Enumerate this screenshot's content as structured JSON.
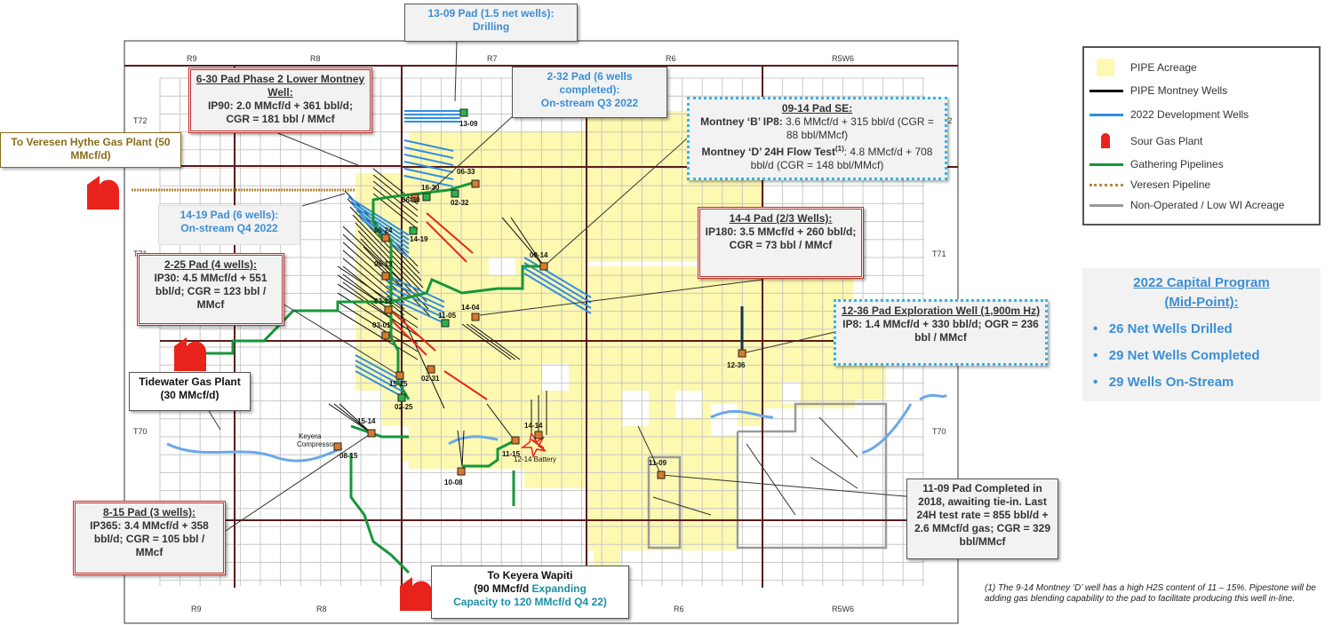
{
  "range_labels_top": [
    "R9",
    "R8",
    "R7",
    "R6",
    "R5W6"
  ],
  "range_labels_bottom": [
    "R9",
    "R8",
    "R6",
    "R5W6"
  ],
  "township_labels": [
    "T72",
    "T71",
    "T70"
  ],
  "pads": {
    "p13_09": "13-09",
    "p16_30": "16-30",
    "p06_33": "06-33",
    "p06_30": "06-30",
    "p02_32": "02-32",
    "p06_24": "06-24",
    "p14_19": "14-19",
    "p09_14": "09-14",
    "p06_13": "06-13",
    "p14_04": "14-04",
    "p03_12": "03-12",
    "p11_05": "11-05",
    "p03_01": "03-01",
    "p12_36": "12-36",
    "p02_31": "02-31",
    "p15_25": "15-25",
    "p02_25": "02-25",
    "p15_14": "15-14",
    "p14_14": "14-14",
    "p08_15": "08-15",
    "p11_15": "11-15",
    "p10_08": "10-08",
    "p11_09": "11-09"
  },
  "map_labels": {
    "keyera_comp": "Keyera Compressor",
    "battery": "12-14 Battery"
  },
  "callouts": {
    "c13_09": {
      "title": "13-09 Pad (1.5 net wells):",
      "body": "Drilling"
    },
    "c6_30": {
      "title": "6-30 Pad Phase 2 Lower Montney Well:",
      "body": "IP90: 2.0 MMcf/d + 361 bbl/d; CGR = 181 bbl / MMcf"
    },
    "c2_32": {
      "title": "2-32 Pad (6 wells completed):",
      "body": "On-stream Q3 2022"
    },
    "c09_14": {
      "title": "09-14 Pad SE:",
      "l1a": "Montney ‘B’ IP8:",
      "l1b": " 3.6 MMcf/d + 315 bbl/d (CGR = 88 bbl/MMcf)",
      "l2a": "Montney ‘D’ 24H Flow Test",
      "l2sup": "(1)",
      "l2b": ": 4.8 MMcf/d + 708 bbl/d (CGR = 148 bbl/MMcf)"
    },
    "c14_19": {
      "title": "14-19 Pad (6 wells):",
      "body": "On-stream Q4 2022"
    },
    "c14_4": {
      "title": "14-4 Pad (2/3 Wells):",
      "body": "IP180: 3.5 MMcf/d + 260 bbl/d; CGR = 73 bbl / MMcf"
    },
    "c2_25": {
      "title": "2-25 Pad (4 wells):",
      "body": "IP30: 4.5 MMcf/d + 551 bbl/d; CGR = 123 bbl / MMcf"
    },
    "c12_36": {
      "title": "12-36 Pad Exploration Well (1,900m Hz)",
      "body": "IP8: 1.4 MMcf/d + 330 bbl/d; OGR = 236 bbl / MMcf"
    },
    "c8_15": {
      "title": "8-15 Pad (3 wells):",
      "body": "IP365: 3.4 MMcf/d + 358 bbl/d; CGR = 105 bbl / MMcf"
    },
    "c11_09": {
      "body": "11-09 Pad Completed in 2018, awaiting tie-in. Last 24H test rate = 855 bbl/d + 2.6 MMcf/d gas; CGR = 329 bbl/MMcf"
    },
    "veresen": {
      "body": "To Veresen Hythe Gas Plant (50 MMcf/d)"
    },
    "tidewater": {
      "body": "Tidewater Gas Plant (30 MMcf/d)"
    },
    "keyera": {
      "l1": "To Keyera Wapiti",
      "l2a": "(90 MMcf/d ",
      "l2b": "Expanding",
      "l3": "Capacity to 120 MMcf/d Q4 22)"
    }
  },
  "legend": {
    "items": [
      "PIPE Acreage",
      "PIPE Montney Wells",
      "2022 Development Wells",
      "Sour Gas Plant",
      "Gathering Pipelines",
      "Veresen Pipeline",
      "Non-Operated / Low WI Acreage"
    ]
  },
  "capital": {
    "title_l1": "2022 Capital Program",
    "title_l2": "(Mid-Point):",
    "items": [
      "26 Net Wells Drilled",
      "29 Net Wells Completed",
      "29 Wells On-Stream"
    ]
  },
  "footnote": "(1) The 9-14 Montney ‘D’ well has a high H2S content of 11 – 15%. Pipestone will be adding gas blending capability to the pad to facilitate producing this well in-line.",
  "colors": {
    "acreage": "#fdf9b0",
    "montney": "#111111",
    "dev": "#2f8fe0",
    "gathering": "#16963b",
    "veresen": "#b58a36",
    "sour": "#e8231b",
    "nonop": "#999999",
    "grid_major": "#5a1b1b"
  }
}
